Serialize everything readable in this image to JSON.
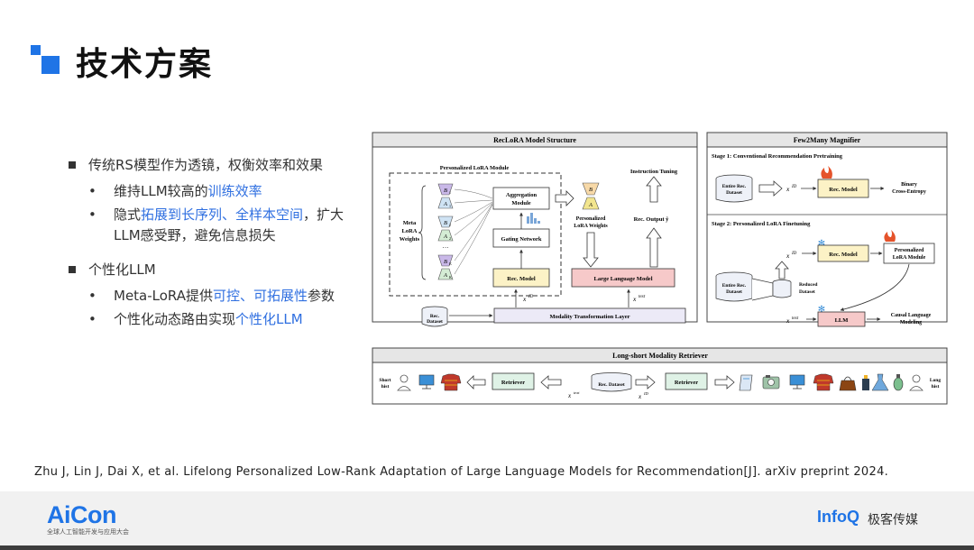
{
  "title": "技术方案",
  "bullets": {
    "b1": "传统RS模型作为透镜，权衡效率和效果",
    "b1_1_pre": "维持LLM较高的",
    "b1_1_hl": "训练效率",
    "b1_2_pre": "隐式",
    "b1_2_hl": "拓展到长序列、全样本空间",
    "b1_2_post": "，扩大LLM感受野，避免信息损失",
    "b2": "个性化LLM",
    "b2_1_pre": "Meta-LoRA提供",
    "b2_1_hl": "可控、可拓展性",
    "b2_1_post": "参数",
    "b2_2_pre": "个性化动态路由实现",
    "b2_2_hl": "个性化LLM"
  },
  "diagram": {
    "struct": {
      "header": "RecLoRA Model Structure",
      "plm": "Personalized LoRA Module",
      "meta1": "Meta",
      "meta2": "LoRA",
      "meta3": "Weights",
      "b1": "B",
      "a1": "A",
      "b2": "B",
      "a2": "A",
      "dots": "···",
      "bk": "B",
      "ak": "A",
      "sub1": "1",
      "sub2": "2",
      "subk": "K",
      "agg1": "Aggregation",
      "agg2": "Module",
      "gating": "Gating Network",
      "pw1": "Personalized",
      "pw2": "LoRA Weights",
      "bb": "B",
      "aa": "A",
      "instr": "Instruction Tuning",
      "recout": "Rec. Output ŷ",
      "recmodel": "Rec. Model",
      "llm": "Large Language Model",
      "xid": "x",
      "xid_sup": "ID",
      "xtext": "x",
      "xtext_sup": "text",
      "ds1": "Rec.",
      "ds2": "Dataset",
      "mtl": "Modality Transformation Layer"
    },
    "f2m": {
      "header": "Few2Many Magnifier",
      "stage1": "Stage 1: Conventional Recommendation Pretraining",
      "ent1": "Entire Rec.",
      "ent2": "Dataset",
      "xid": "x",
      "xid_sup": "ID",
      "recmodel": "Rec. Model",
      "bce1": "Binary",
      "bce2": "Cross-Entropy",
      "stage2": "Stage 2: Personalized LoRA Finetuning",
      "xid2": "x",
      "xid2_sup": "ID",
      "recmodel2": "Rec. Model",
      "plm1": "Personalized",
      "plm2": "LoRA Module",
      "ent3": "Entire Rec.",
      "ent4": "Dataset",
      "red1": "Reduced",
      "red2": "Dataset",
      "xtext": "x",
      "xtext_sup": "text",
      "llm": "LLM",
      "clm1": "Causal Language",
      "clm2": "Modeling"
    },
    "retr": {
      "header": "Long-short Modality Retriever",
      "short1": "Short",
      "short2": "hist",
      "retriever": "Retriever",
      "recds": "Rec. Dataset",
      "retriever2": "Retriever",
      "long1": "Long",
      "long2": "hist",
      "xtext": "x",
      "xtext_sup": "text",
      "xid": "x",
      "xid_sup": "ID"
    }
  },
  "citation": "Zhu J, Lin J, Dai X, et al. Lifelong Personalized Low-Rank Adaptation of Large Language Models for Recommendation[J]. arXiv preprint 2024.",
  "footer": {
    "aicon": "AiCon",
    "aicon_sub": "全球人工智能开发与应用大会",
    "infoq": "InfoQ",
    "geek": "极客传媒"
  }
}
